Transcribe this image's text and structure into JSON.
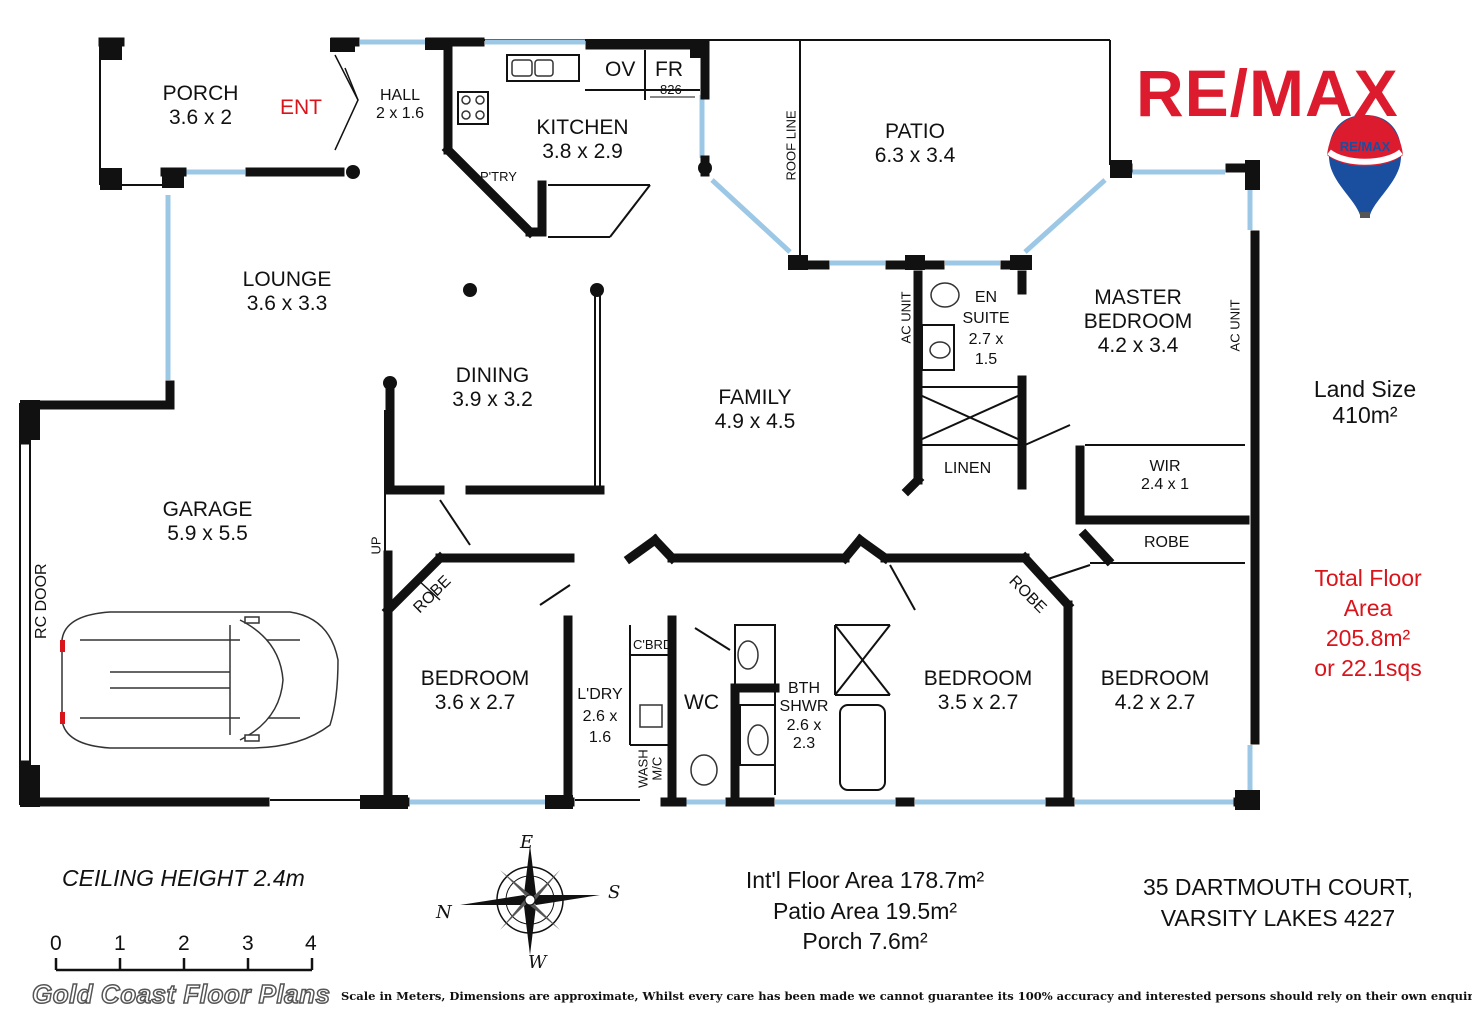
{
  "rooms": {
    "porch": {
      "name": "PORCH",
      "dim": "3.6 x 2"
    },
    "entry": "ENT",
    "hall": {
      "name": "HALL",
      "dim": "2 x 1.6"
    },
    "kitchen": {
      "name": "KITCHEN",
      "dim": "3.8 x 2.9"
    },
    "oven": "OV",
    "fridge": "FR",
    "fridge_width": "826",
    "pantry": "P'TRY",
    "roof_line": "ROOF LINE",
    "patio": {
      "name": "PATIO",
      "dim": "6.3 x 3.4"
    },
    "lounge": {
      "name": "LOUNGE",
      "dim": "3.6 x 3.3"
    },
    "dining": {
      "name": "DINING",
      "dim": "3.9 x 3.2"
    },
    "family": {
      "name": "FAMILY",
      "dim": "4.9 x 4.5"
    },
    "ensuite": {
      "line1": "EN",
      "line2": "SUITE",
      "line3": "2.7 x",
      "line4": "1.5"
    },
    "ac_unit": "AC UNIT",
    "master": {
      "line1": "MASTER",
      "line2": "BEDROOM",
      "dim": "4.2 x 3.4"
    },
    "linen": "LINEN",
    "wir": {
      "name": "WIR",
      "dim": "2.4 x 1"
    },
    "robe": "ROBE",
    "garage": {
      "name": "GARAGE",
      "dim": "5.9 x 5.5"
    },
    "rc_door": "RC DOOR",
    "up": "UP",
    "bedroom2": {
      "name": "BEDROOM",
      "dim": "3.6 x 2.7"
    },
    "laundry": {
      "line1": "L'DRY",
      "line2": "2.6 x",
      "line3": "1.6"
    },
    "cupboard": "C'BRD",
    "wash": {
      "line1": "WASH",
      "line2": "M/C"
    },
    "wc": "WC",
    "bath": {
      "line1": "BTH",
      "line2": "SHWR",
      "line3": "2.6 x",
      "line4": "2.3"
    },
    "bedroom3": {
      "name": "BEDROOM",
      "dim": "3.5 x 2.7"
    },
    "bedroom4": {
      "name": "BEDROOM",
      "dim": "4.2 x 2.7"
    }
  },
  "info": {
    "land_label": "Land Size",
    "land_value": "410m²",
    "total_line1": "Total Floor",
    "total_line2": "Area",
    "total_line3": "205.8m²",
    "total_line4": "or 22.1sqs",
    "ceiling": "CEILING HEIGHT 2.4m",
    "intl_area": "Int'l Floor Area 178.7m²",
    "patio_area": "Patio Area 19.5m²",
    "porch_area": "Porch 7.6m²",
    "address_line1": "35 DARTMOUTH COURT,",
    "address_line2": "VARSITY LAKES 4227",
    "brand": "Gold Coast Floor Plans",
    "disclaimer": "Scale in Meters, Dimensions are approximate, Whilst every care has been made we cannot guarantee its 100% accuracy and interested persons should rely on their own enquiries"
  },
  "scale": {
    "ticks": [
      "0",
      "1",
      "2",
      "3",
      "4"
    ]
  },
  "compass": {
    "north": "N",
    "south": "S",
    "east": "E",
    "west": "W"
  },
  "logo": {
    "wordmark": "RE/MAX",
    "balloon_text": "RE/MAX"
  },
  "colors": {
    "wall": "#111111",
    "window": "#9cc8e6",
    "accent_red": "#d9141b",
    "remax_red": "#dc1c2e",
    "remax_blue": "#1a4fa0"
  }
}
